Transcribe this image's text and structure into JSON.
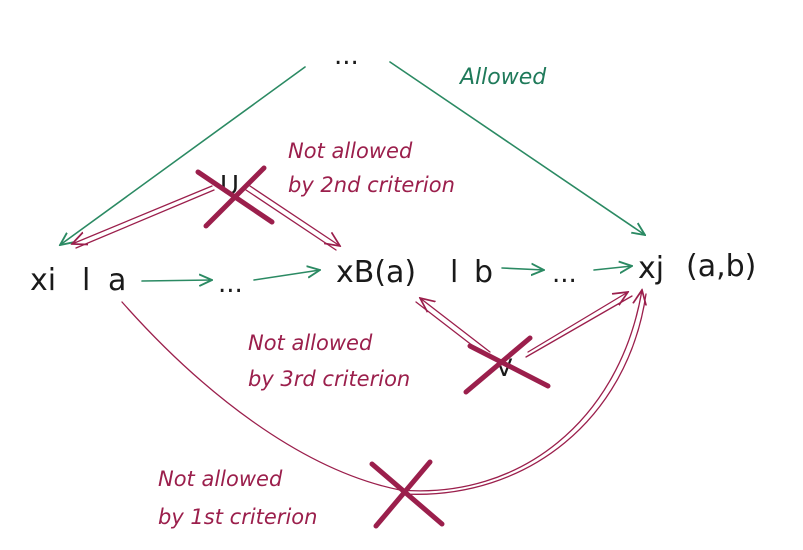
{
  "nodes": {
    "xi": "xi",
    "a": "a",
    "xi_label_sep": "l",
    "dots_left": "...",
    "dots_top": "...",
    "xb": "xB(a)",
    "xb_sep": "l",
    "b": "b",
    "dots_right": "...",
    "xj": "xj",
    "xj_args": "(a,b)",
    "u": "U",
    "v": "V"
  },
  "labels": {
    "allowed": "Allowed",
    "crit2_line1": "Not allowed",
    "crit2_line2": "by 2nd criterion",
    "crit3_line1": "Not allowed",
    "crit3_line2": "by 3rd criterion",
    "crit1_line1": "Not allowed",
    "crit1_line2": "by 1st criterion"
  },
  "colors": {
    "allowed_edge": "#2b8a63",
    "forbidden_edge": "#9b1f4c",
    "node_text": "#1a1a1a"
  }
}
